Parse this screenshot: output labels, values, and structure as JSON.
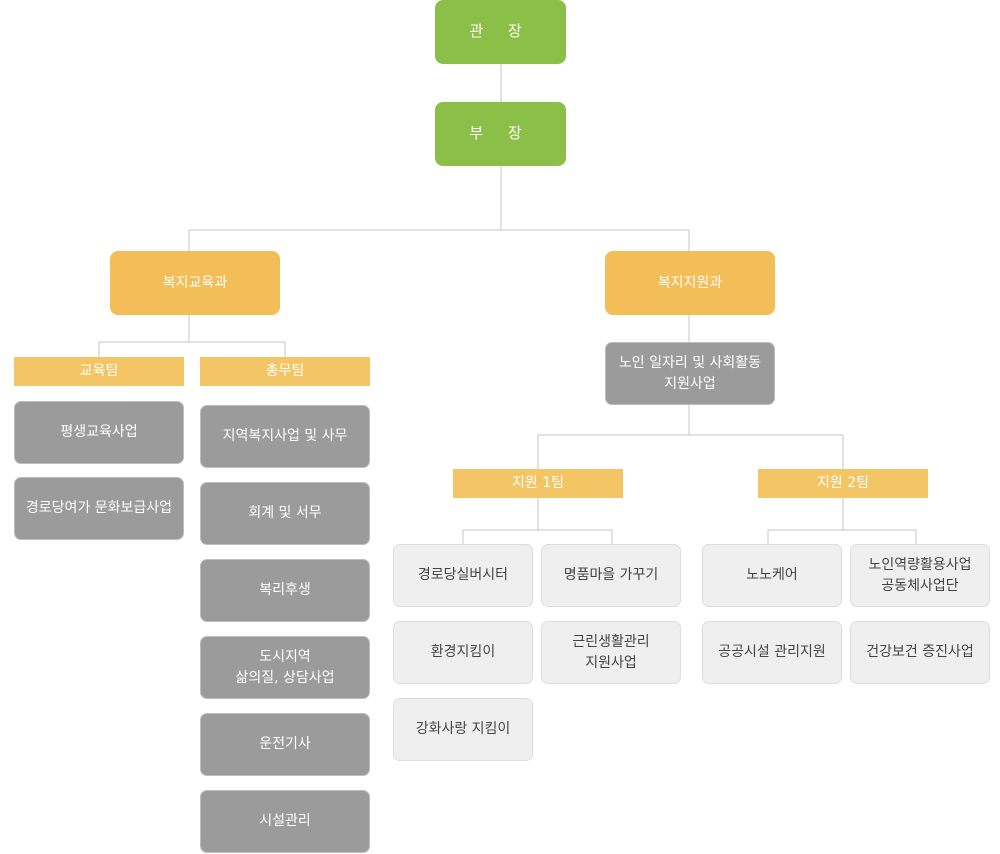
{
  "top": {
    "director": "관 장",
    "deputy": "부 장"
  },
  "departments": {
    "education": {
      "title": "복지교육과",
      "teams": [
        {
          "name": "교육팀",
          "items": [
            "평생교육사업",
            "경로당여가 문화보급사업"
          ]
        },
        {
          "name": "총무팀",
          "items": [
            "지역복지사업 및 사무",
            "회계 및 서무",
            "복리후생",
            "도시지역\n삶의질, 상담사업",
            "운전기사",
            "시설관리"
          ]
        }
      ]
    },
    "support": {
      "title": "복지지원과",
      "program": "노인 일자리 및 사회활동\n지원사업",
      "teams": [
        {
          "name": "지원 1팀",
          "items": [
            "경로당실버시터",
            "명품마을 가꾸기",
            "환경지킴이",
            "근린생활관리\n지원사업",
            "강화사랑 지킴이"
          ]
        },
        {
          "name": "지원 2팀",
          "items": [
            "노노케어",
            "노인역량활용사업\n공동체사업단",
            "공공시설 관리지원",
            "건강보건 증진사업"
          ]
        }
      ]
    }
  }
}
